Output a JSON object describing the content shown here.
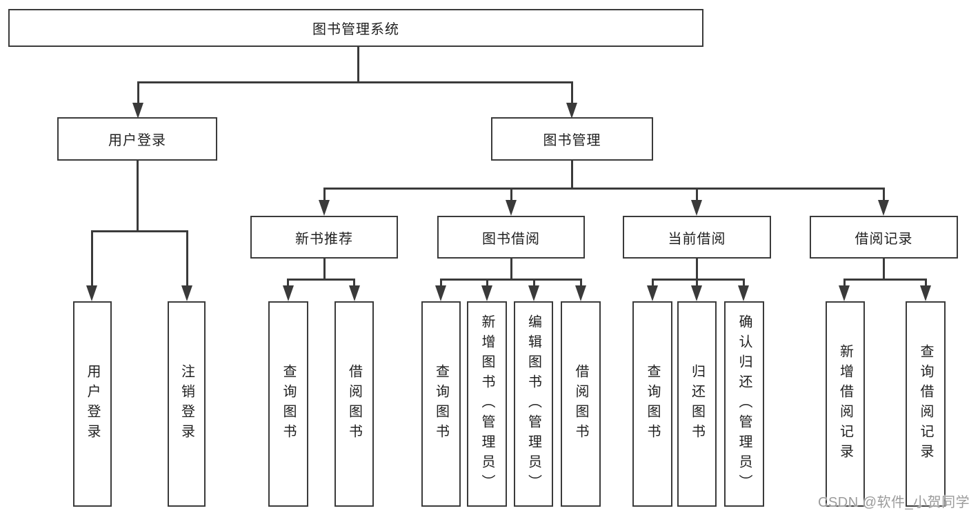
{
  "tree": {
    "root": {
      "label": "图书管理系统"
    },
    "branches": [
      {
        "label": "用户登录",
        "children": [
          {
            "label": "用户登录"
          },
          {
            "label": "注销登录"
          }
        ]
      },
      {
        "label": "图书管理",
        "children": [
          {
            "label": "新书推荐",
            "children": [
              {
                "label": "查询图书"
              },
              {
                "label": "借阅图书"
              }
            ]
          },
          {
            "label": "图书借阅",
            "children": [
              {
                "label": "查询图书"
              },
              {
                "label": "新增图书（管理员）"
              },
              {
                "label": "编辑图书（管理员）"
              },
              {
                "label": "借阅图书"
              }
            ]
          },
          {
            "label": "当前借阅",
            "children": [
              {
                "label": "查询图书"
              },
              {
                "label": "归还图书"
              },
              {
                "label": "确认归还（管理员）"
              }
            ]
          },
          {
            "label": "借阅记录",
            "children": [
              {
                "label": "新增借阅记录"
              },
              {
                "label": "查询借阅记录"
              }
            ]
          }
        ]
      }
    ]
  },
  "watermark": "CSDN @软件_小贺同学",
  "colors": {
    "line": "#3a3a3a",
    "text": "#1f1f1f",
    "background": "#ffffff",
    "watermark": "#9b9b9b"
  }
}
